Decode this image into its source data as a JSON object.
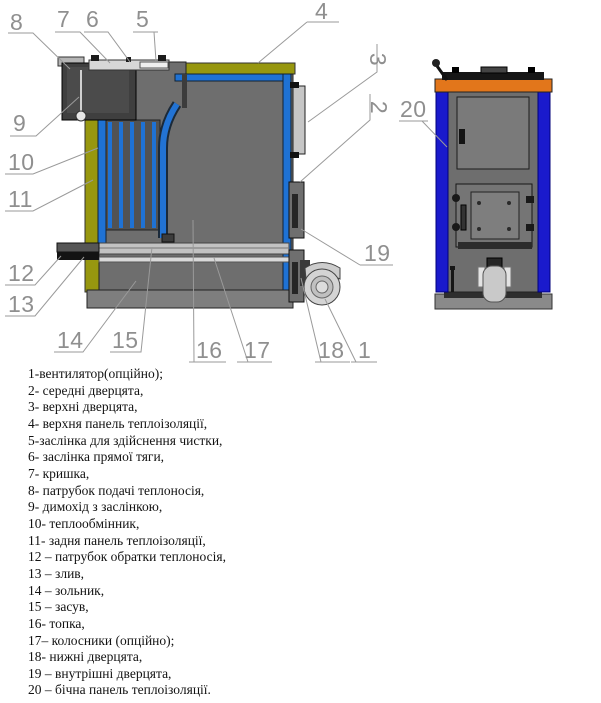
{
  "callouts": {
    "c1": "1",
    "c2": "2",
    "c3": "3",
    "c4": "4",
    "c5": "5",
    "c6": "6",
    "c7": "7",
    "c8": "8",
    "c9": "9",
    "c10": "10",
    "c11": "11",
    "c12": "12",
    "c13": "13",
    "c14": "14",
    "c15": "15",
    "c16": "16",
    "c17": "17",
    "c18": "18",
    "c19": "19",
    "c20": "20"
  },
  "legend": {
    "items": [
      "1-вентилятор(опційно);",
      "2- середні дверцята,",
      "3- верхні дверцята,",
      "4- верхня панель теплоізоляції,",
      "5-заслінка для здійснення чистки,",
      "6- заслінка прямої тяги,",
      "7- кришка,",
      "8- патрубок подачі теплоносія,",
      "9- димохід з заслінкою,",
      "10- теплообмінник,",
      "11- задня панель теплоізоляції,",
      "12 – патрубок обратки теплоносія,",
      "13 – злив,",
      "14 – зольник,",
      "15 – засув,",
      "16- топка,",
      "17– колосники (опційно);",
      "18- нижні дверцята,",
      "19 – внутрішні дверцята,",
      "20 – бічна панель теплоізоляції."
    ]
  },
  "colors": {
    "insulation_yellow": "#97970f",
    "tube_blue": "#1f72d4",
    "side_panel_blue": "#1a1acc",
    "top_panel_orange": "#e2761b",
    "body_gray": "#6e6e6e",
    "leader_gray": "#9a9a9a",
    "callout_gray": "#8f8f8f"
  }
}
